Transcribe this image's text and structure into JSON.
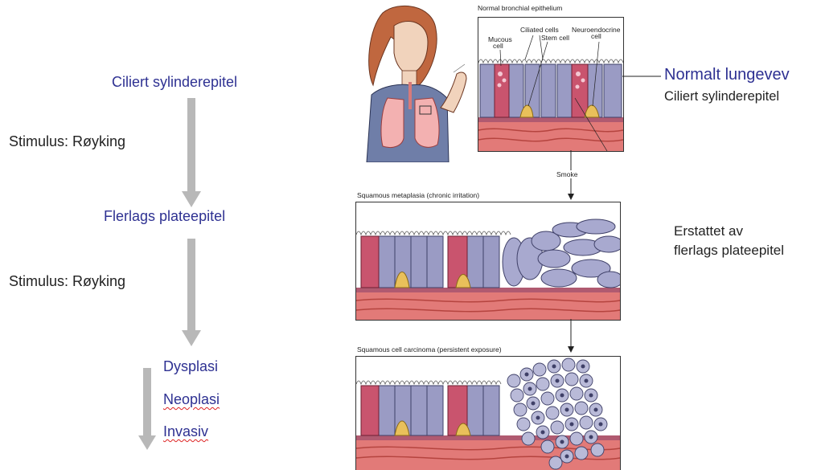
{
  "left": {
    "stage1": "Ciliert sylinderepitel",
    "stimulus1": "Stimulus: Røyking",
    "stage2": "Flerlags plateepitel",
    "stimulus2": "Stimulus: Røyking",
    "stage3_items": [
      "Dysplasi",
      "Neoplasi",
      "Invasiv"
    ]
  },
  "right": {
    "normal_title": "Normalt lungevev",
    "normal_sub": "Ciliert sylinderepitel",
    "replaced_line1": "Erstattet av",
    "replaced_line2": "flerlags plateepitel"
  },
  "figure": {
    "panel1_title": "Normal bronchial epithelium",
    "label_mucous": "Mucous cell",
    "label_mucous_l1": "Mucous",
    "label_mucous_l2": "cell",
    "label_ciliated": "Ciliated cells",
    "label_stem": "Stem cell",
    "label_neuro_l1": "Neuroendocrine",
    "label_neuro_l2": "cell",
    "smoke_label": "Smoke",
    "panel2_title": "Squamous metaplasia (chronic irritation)",
    "panel3_title": "Squamous cell carcinoma (persistent exposure)"
  },
  "colors": {
    "text_blue": "#2e3192",
    "arrow_gray": "#b8b8b8",
    "ciliated_cell": "#9a9bc4",
    "mucous_cell": "#c9546e",
    "stem_cell": "#e9c05a",
    "tissue_pink": "#e27a78"
  }
}
